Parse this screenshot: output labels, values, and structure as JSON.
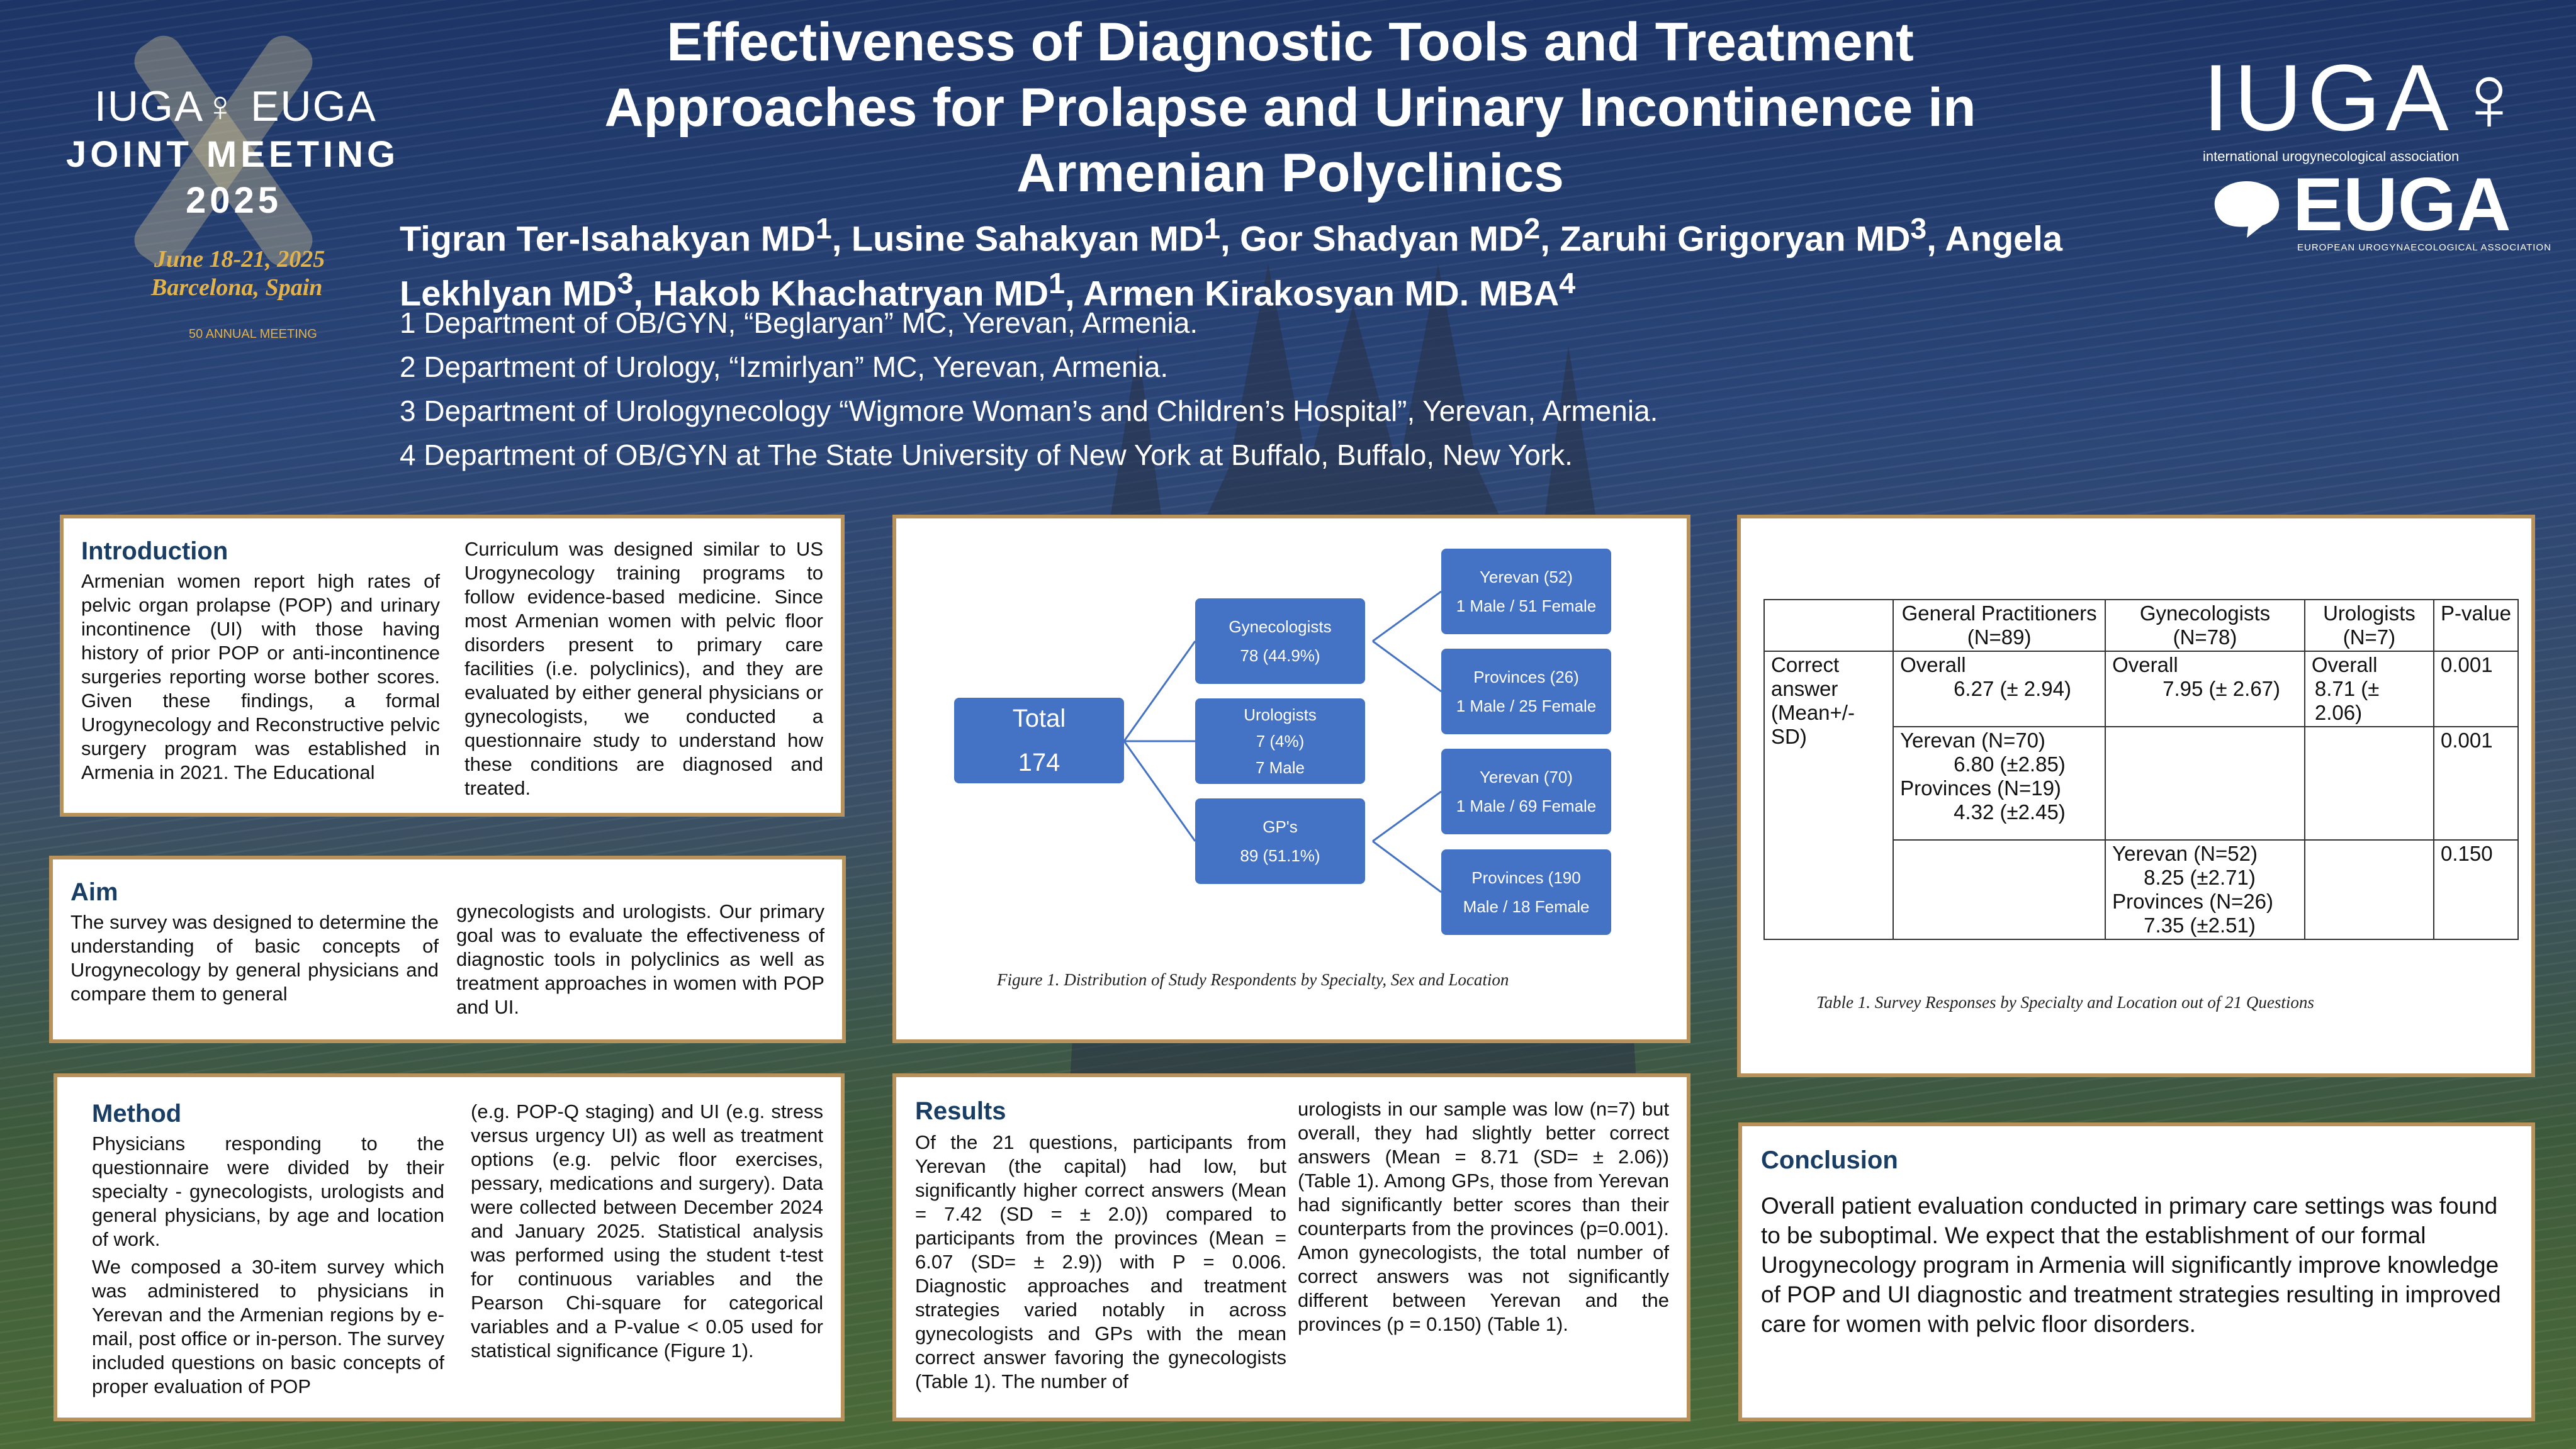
{
  "logos": {
    "meeting_brand": "IUGA♀ EUGA",
    "meeting_line1": "JOINT MEETING",
    "meeting_line2": "2025",
    "meeting_dates": "June 18-21, 2025",
    "meeting_place": "Barcelona, Spain",
    "meeting_anniv": "50 ANNUAL MEETING",
    "iuga": "IUGA♀",
    "iuga_sub": "international urogynecological association",
    "euga": "EUGA",
    "euga_sub": "EUROPEAN UROGYNAECOLOGICAL ASSOCIATION"
  },
  "title": {
    "line1": "Effectiveness of Diagnostic Tools and Treatment",
    "line2": "Approaches for Prolapse and Urinary Incontinence in",
    "line3": "Armenian Polyclinics"
  },
  "authors": {
    "a1": "Tigran Ter-Isahakyan MD",
    "s1": "1",
    "a2": ", Lusine Sahakyan MD",
    "s2": "1",
    "a3": ", Gor Shadyan MD",
    "s3": "2",
    "a4": ", Zaruhi Grigoryan MD",
    "s4": "3",
    "a5": ", Angela Lekhlyan MD",
    "s5": "3",
    "a6": ", Hakob Khachatryan MD",
    "s6": "1",
    "a7": ", Armen Kirakosyan MD. MBA",
    "s7": "4"
  },
  "affiliations": [
    "1  Department of OB/GYN, “Beglaryan” MC, Yerevan, Armenia.",
    "2  Department of Urology, “Izmirlyan” MC, Yerevan, Armenia.",
    "3  Department of Urologynecology “Wigmore Woman’s and Children’s Hospital”, Yerevan, Armenia.",
    "4 Department of OB/GYN at The State University of New York at Buffalo, Buffalo, New York."
  ],
  "introduction": {
    "heading": "Introduction",
    "col1": "Armenian women report high rates of pelvic organ prolapse (POP) and urinary incontinence (UI) with those having history of prior POP or anti-incontinence surgeries reporting worse bother scores. Given these findings, a formal Urogynecology and Reconstructive pelvic surgery program was established in Armenia in 2021. The Educational",
    "col2": "Curriculum was designed similar to US Urogynecology training programs to follow evidence-based medicine. Since most Armenian women with pelvic floor disorders present to primary care facilities (i.e. polyclinics), and they are evaluated by either general physicians or gynecologists, we conducted a questionnaire study to understand how these conditions are diagnosed and treated."
  },
  "aim": {
    "heading": "Aim",
    "col1": "The survey was designed to determine the understanding of basic concepts of Urogynecology by general physicians and compare them to general",
    "col2": "gynecologists and urologists. Our primary goal was to evaluate the effectiveness of diagnostic tools in polyclinics as well as treatment approaches in women with POP and UI."
  },
  "method": {
    "heading": "Method",
    "p1": "Physicians responding to the questionnaire were divided by their specialty - gynecologists, urologists and general physicians, by age and location of work.",
    "p2": "We composed a 30-item survey which was administered to physicians in Yerevan and the Armenian regions by e-mail, post office or in-person. The survey included questions on basic concepts of proper evaluation of POP",
    "col2": "(e.g. POP-Q staging) and UI (e.g. stress versus urgency UI) as well as treatment options (e.g. pelvic floor exercises, pessary, medications and surgery). Data were collected between December 2024 and January 2025. Statistical analysis was performed using the student t-test for continuous variables and the Pearson Chi-square for categorical variables and a P-value < 0.05 used for statistical significance (Figure 1)."
  },
  "results": {
    "heading": "Results",
    "col1": "Of the 21 questions, participants from Yerevan (the capital) had low, but significantly higher correct answers (Mean = 7.42 (SD = ± 2.0)) compared to participants from the provinces (Mean = 6.07 (SD= ± 2.9)) with P = 0.006. Diagnostic approaches and treatment strategies varied notably in across gynecologists and GPs with the mean correct answer favoring the gynecologists (Table 1). The number of",
    "col2": "urologists in our sample was low (n=7) but overall, they had slightly better correct answers (Mean = 8.71 (SD= ± 2.06)) (Table 1). Among GPs, those from Yerevan had significantly better scores than their counterparts from the provinces (p=0.001). Amon gynecologists, the total number of correct answers was not significantly different between Yerevan and the provinces (p = 0.150) (Table 1)."
  },
  "conclusion": {
    "heading": "Conclusion",
    "text": "Overall patient evaluation conducted in primary care settings was found to be suboptimal. We expect that the establishment of our formal Urogynecology program in Armenia will significantly improve knowledge of POP and UI diagnostic and treatment strategies resulting in improved care for women with pelvic floor disorders."
  },
  "figure1": {
    "total": {
      "l1": "Total",
      "l2": "174"
    },
    "gyn": {
      "l1": "Gynecologists",
      "l2": "78 (44.9%)"
    },
    "uro": {
      "l1": "Urologists",
      "l2": "7 (4%)",
      "l3": "7 Male"
    },
    "gp": {
      "l1": "GP's",
      "l2": "89 (51.1%)"
    },
    "gyn_yer": {
      "l1": "Yerevan (52)",
      "l2": "1 Male / 51 Female"
    },
    "gyn_prov": {
      "l1": "Provinces (26)",
      "l2": "1 Male / 25 Female"
    },
    "gp_yer": {
      "l1": "Yerevan (70)",
      "l2": "1 Male / 69 Female"
    },
    "gp_prov": {
      "l1": "Provinces (190",
      "l2": "Male / 18 Female"
    },
    "caption": "Figure 1. Distribution of Study Respondents by Specialty, Sex and Location"
  },
  "table1": {
    "h_gp1": "General Practitioners",
    "h_gp2": "(N=89)",
    "h_gyn1": "Gynecologists",
    "h_gyn2": "(N=78)",
    "h_uro1": "Urologists",
    "h_uro2": "(N=7)",
    "h_p": "P-value",
    "row_label1": "Correct",
    "row_label2": "answer",
    "row_label3": "(Mean+/-SD)",
    "overall": "Overall",
    "gp_overall": "6.27 (± 2.94)",
    "gyn_overall": "7.95 (± 2.67)",
    "uro_overall": "8.71 (± 2.06)",
    "p1": "0.001",
    "gp_yer_label": "Yerevan (N=70)",
    "gp_yer": "6.80 (±2.85)",
    "gp_prov_label": "Provinces (N=19)",
    "gp_prov": "4.32 (±2.45)",
    "p2": "0.001",
    "gyn_yer_label": "Yerevan (N=52)",
    "gyn_yer": "8.25 (±2.71)",
    "gyn_prov_label": "Provinces (N=26)",
    "gyn_prov": "7.35 (±2.51)",
    "p3": "0.150",
    "caption": "Table 1. Survey Responses by Specialty and Location out of 21 Questions"
  }
}
